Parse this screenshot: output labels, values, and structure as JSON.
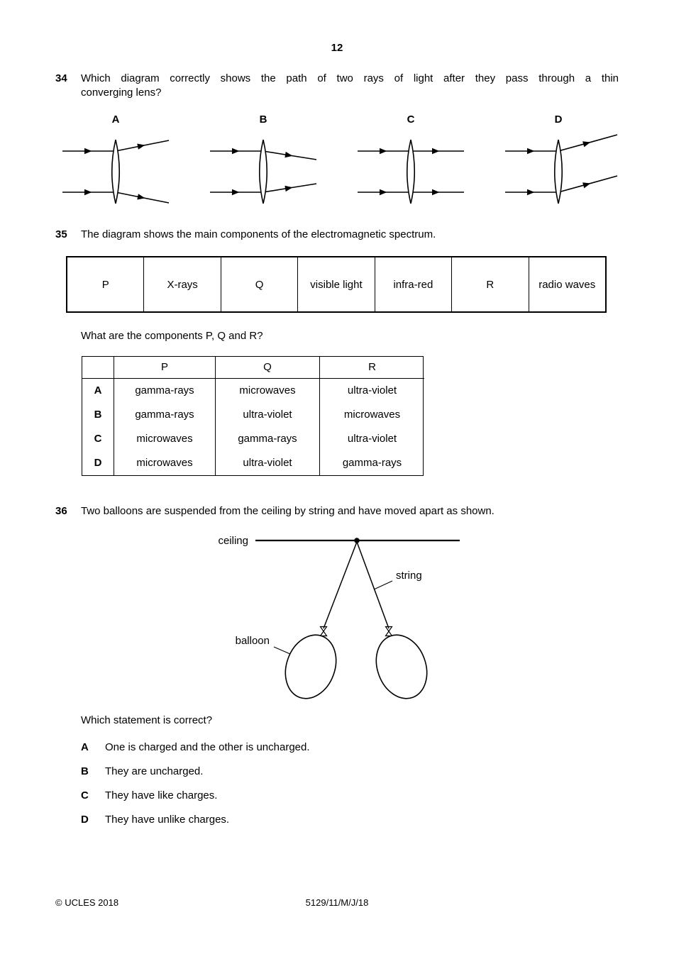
{
  "page": {
    "number": "12"
  },
  "footer": {
    "copyright": "© UCLES 2018",
    "paper_code": "5129/11/M/J/18"
  },
  "q34": {
    "number": "34",
    "text_line1": "Which diagram correctly shows the path of two rays of light after they pass through a thin",
    "text_line2": "converging lens?",
    "diagrams": [
      {
        "label": "A",
        "behavior": "rays diverge after the lens"
      },
      {
        "label": "B",
        "behavior": "rays converge after the lens"
      },
      {
        "label": "C",
        "behavior": "rays continue parallel after the lens"
      },
      {
        "label": "D",
        "behavior": "both rays bend upward together after the lens"
      }
    ]
  },
  "q35": {
    "number": "35",
    "text": "The diagram shows the main components of the electromagnetic spectrum.",
    "spectrum_cells": [
      "P",
      "X-rays",
      "Q",
      "visible light",
      "infra-red",
      "R",
      "radio waves"
    ],
    "sub_question": "What are the components P, Q and R?",
    "answer_table": {
      "headers": [
        "P",
        "Q",
        "R"
      ],
      "rows": [
        {
          "label": "A",
          "P": "gamma-rays",
          "Q": "microwaves",
          "R": "ultra-violet"
        },
        {
          "label": "B",
          "P": "gamma-rays",
          "Q": "ultra-violet",
          "R": "microwaves"
        },
        {
          "label": "C",
          "P": "microwaves",
          "Q": "gamma-rays",
          "R": "ultra-violet"
        },
        {
          "label": "D",
          "P": "microwaves",
          "Q": "ultra-violet",
          "R": "gamma-rays"
        }
      ]
    }
  },
  "q36": {
    "number": "36",
    "text": "Two balloons are suspended from the ceiling by string and have moved apart as shown.",
    "figure_labels": {
      "ceiling": "ceiling",
      "string": "string",
      "balloon": "balloon"
    },
    "sub_question": "Which statement is correct?",
    "options": [
      {
        "label": "A",
        "text": "One is charged and the other is uncharged."
      },
      {
        "label": "B",
        "text": "They are uncharged."
      },
      {
        "label": "C",
        "text": "They have like charges."
      },
      {
        "label": "D",
        "text": "They have unlike charges."
      }
    ]
  }
}
